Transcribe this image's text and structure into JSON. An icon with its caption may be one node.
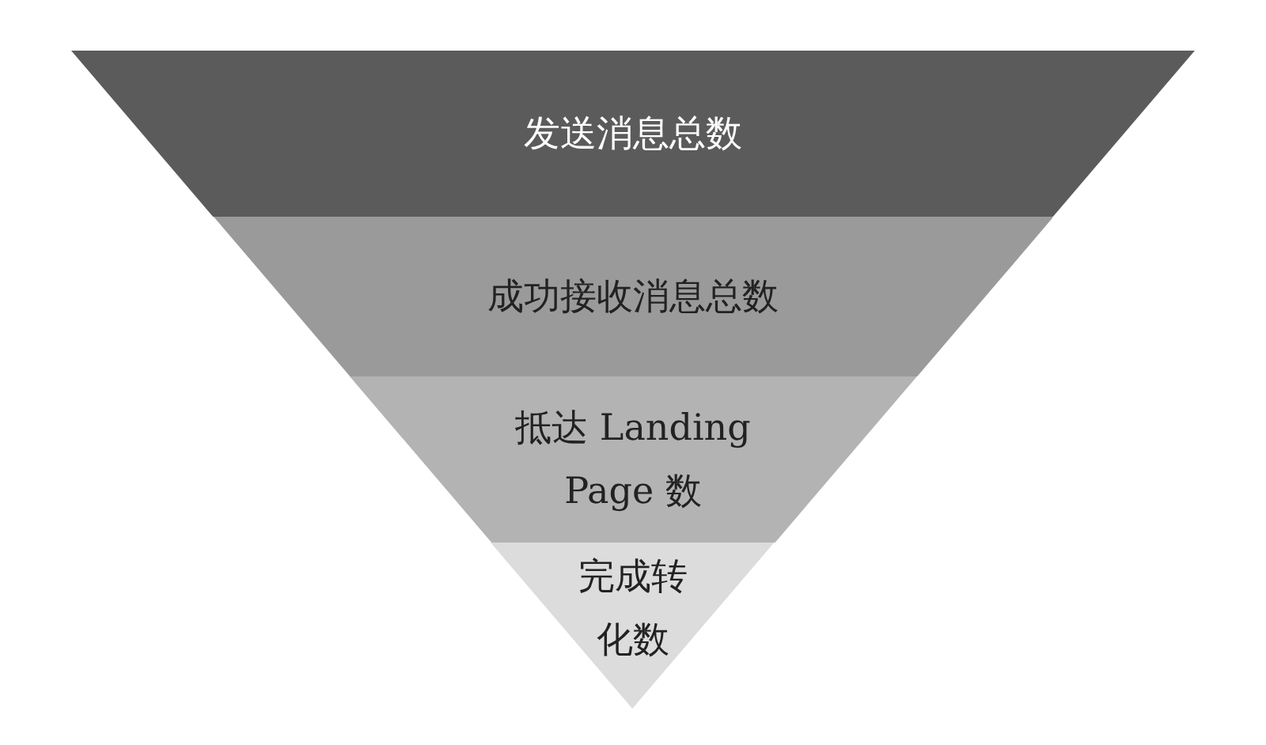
{
  "diagram": {
    "nodes": [
      {
        "text": [
          "发送消息总数"
        ]
      },
      {
        "text": [
          "成功接收消息总数"
        ]
      },
      {
        "text": [
          "抵达 Landing Page 数"
        ]
      },
      {
        "text": [
          "完成转化数"
        ]
      }
    ]
  }
}
